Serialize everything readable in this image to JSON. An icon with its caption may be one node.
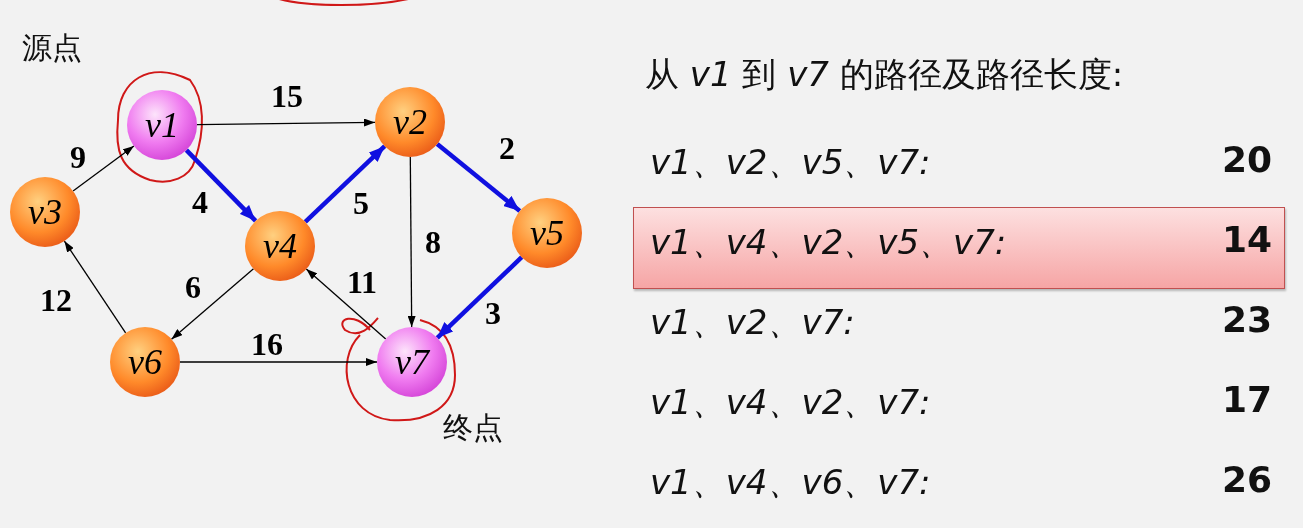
{
  "diagram": {
    "title": "从 *v1* 到 *v7* 的路径及路径长度:",
    "nodes": [
      {
        "text": [
          "v1"
        ],
        "beside": [
          "源点"
        ]
      },
      {
        "text": [
          "v2"
        ]
      },
      {
        "text": [
          "v3"
        ]
      },
      {
        "text": [
          "v4"
        ]
      },
      {
        "text": [
          "v5"
        ]
      },
      {
        "text": [
          "v6"
        ]
      },
      {
        "text": [
          "v7"
        ],
        "beside": [
          "终点"
        ]
      }
    ],
    "edges": [
      {
        "from": 0,
        "to": 1,
        "arrow": "to",
        "label": "15"
      },
      {
        "from": 2,
        "to": 0,
        "arrow": "to",
        "label": "9"
      },
      {
        "from": 0,
        "to": 3,
        "arrow": "to",
        "label": "4",
        "style": "thick",
        "color": "#1010e0"
      },
      {
        "from": 3,
        "to": 1,
        "arrow": "to",
        "label": "5",
        "style": "thick",
        "color": "#1010e0"
      },
      {
        "from": 1,
        "to": 4,
        "arrow": "to",
        "label": "2",
        "style": "thick",
        "color": "#1010e0"
      },
      {
        "from": 1,
        "to": 6,
        "arrow": "to",
        "label": "8"
      },
      {
        "from": 6,
        "to": 3,
        "arrow": "to",
        "label": "11"
      },
      {
        "from": 3,
        "to": 5,
        "arrow": "to",
        "label": "6"
      },
      {
        "from": 5,
        "to": 2,
        "arrow": "to",
        "label": "12"
      },
      {
        "from": 4,
        "to": 6,
        "arrow": "to",
        "label": "3",
        "style": "thick",
        "color": "#1010e0"
      },
      {
        "from": 5,
        "to": 6,
        "arrow": "to",
        "label": "16"
      }
    ],
    "labels": [
      "v1、v2、v5、v7:",
      "20",
      "v1、v4、v2、v5、v7:",
      "14",
      "v1、v2、v7:",
      "23",
      "v1、v4、v2、v7:",
      "17",
      "v1、v4、v6、v7:",
      "26"
    ]
  }
}
